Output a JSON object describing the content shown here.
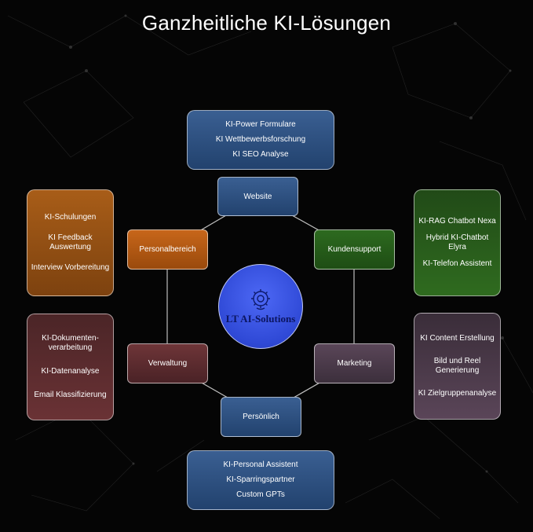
{
  "title": "Ganzheitliche KI-Lösungen",
  "center": {
    "label": "LT AI-Solutions",
    "icon": "gear-brain-icon"
  },
  "nodes": {
    "website": "Website",
    "kundensupport": "Kundensupport",
    "marketing": "Marketing",
    "persoenlich": "Persönlich",
    "verwaltung": "Verwaltung",
    "personalbereich": "Personalbereich"
  },
  "lists": {
    "website": [
      "KI-Power Formulare",
      "KI Wettbewerbsforschung",
      "KI SEO Analyse"
    ],
    "kundensupport": [
      "KI-RAG Chatbot Nexa",
      "Hybrid KI-Chatbot Elyra",
      "KI-Telefon Assistent"
    ],
    "marketing": [
      "KI Content Erstellung",
      "Bild und Reel Generierung",
      "KI Zielgruppenanalyse"
    ],
    "persoenlich": [
      "KI-Personal Assistent",
      "KI-Sparringspartner",
      "Custom GPTs"
    ],
    "verwaltung": [
      "KI-Dokumenten-verarbeitung",
      "KI-Datenanalyse",
      "Email Klassifizierung"
    ],
    "personalbereich": [
      "KI-Schulungen",
      "KI Feedback Auswertung",
      "Interview Vorbereitung"
    ]
  },
  "colors": {
    "background": "#050505",
    "blue": "#2f5182",
    "orange": "#b3570f",
    "green": "#2a5f1c",
    "wine": "#5c2c30",
    "mauve": "#4a3a49",
    "center": "#3550e0"
  }
}
